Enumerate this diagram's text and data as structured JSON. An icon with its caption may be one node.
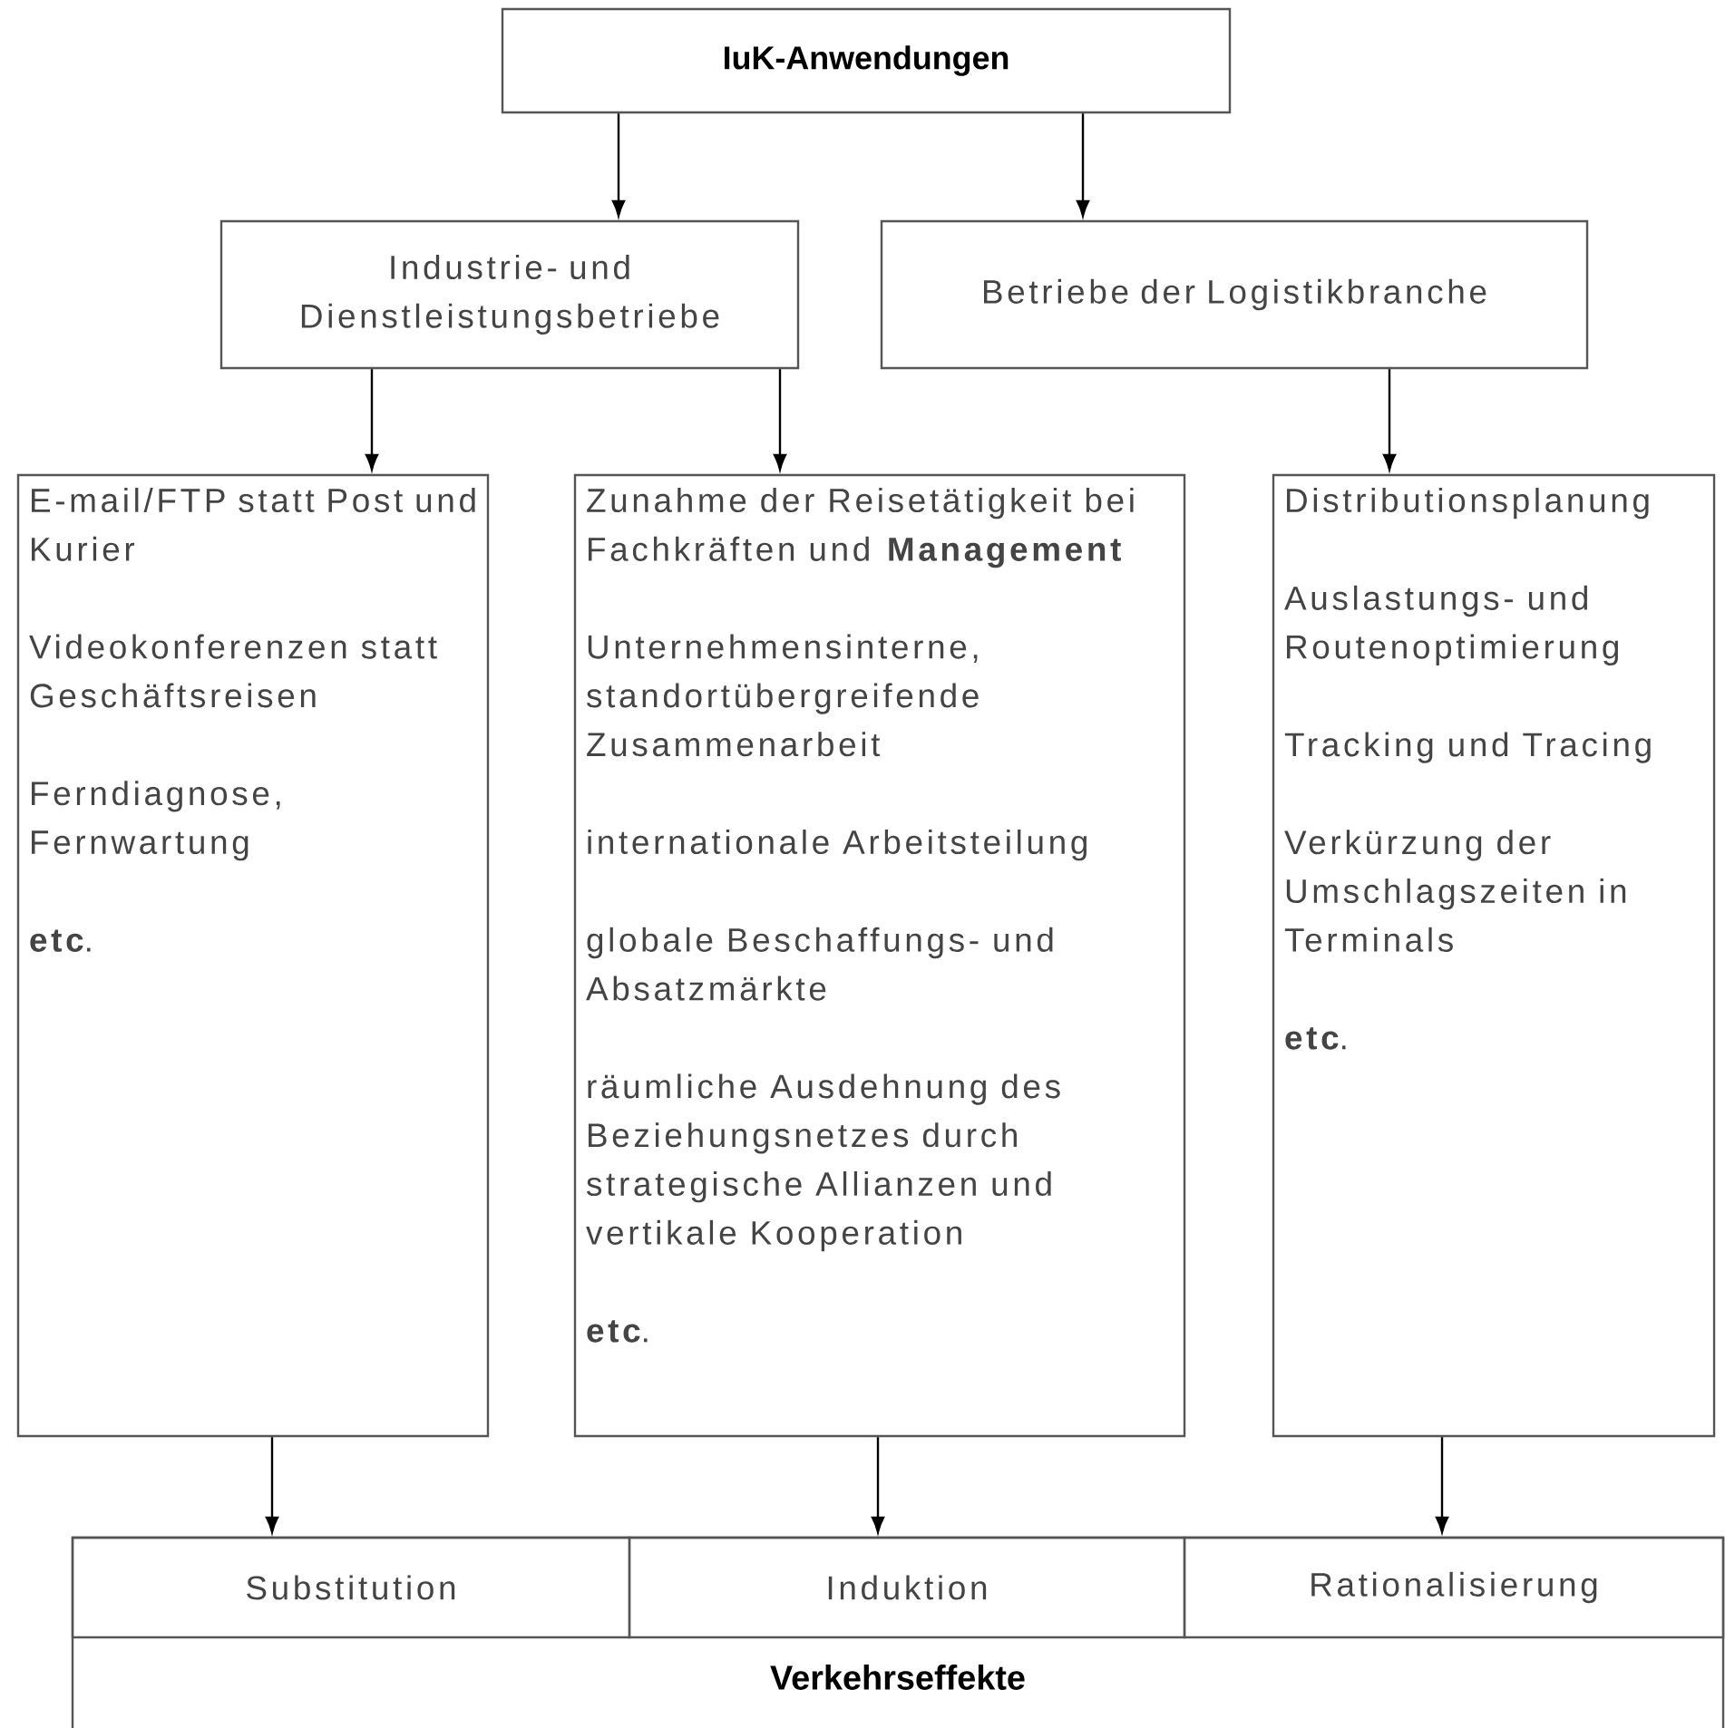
{
  "diagram": {
    "nodes": [
      {
        "text": [
          "IuK-Anwendungen"
        ]
      },
      {
        "text": [
          "Industrie- und Dienstleistungsbetriebe"
        ]
      },
      {
        "text": [
          "Betriebe der Logistikbranche"
        ]
      },
      {
        "text": [
          "E-mail/FTP statt Post und Kurier",
          "Videokonferenzen statt Geschäftsreisen",
          "Ferndiagnose, Fernwartung",
          "**etc**."
        ]
      },
      {
        "text": [
          "Zunahme der Reisetätigkeit bei Fachkräften und **Management**",
          "Unternehmensinterne, standortübergreifende Zusammenarbeit",
          "internationale Arbeitsteilung",
          "globale Beschaffungs- und Absatzmärkte",
          "räumliche Ausdehnung des Beziehungsnetzes durch strategische Allianzen und vertikale Kooperation",
          "**etc**."
        ]
      },
      {
        "text": [
          "Distributionsplanung",
          "Auslastungs- und Routenoptimierung",
          "Tracking und Tracing",
          "Verkürzung der Umschlagszeiten in Terminals",
          "**etc**."
        ]
      },
      {
        "text": [
          "Verkehrseffekte"
        ]
      },
      {
        "text": [
          "Substitution"
        ],
        "in": 6
      },
      {
        "text": [
          "Induktion"
        ],
        "in": 6
      },
      {
        "text": [
          "Rationalisierung"
        ],
        "in": 6
      }
    ],
    "edges": [
      {
        "from": 0,
        "to": 1,
        "arrow": "to"
      },
      {
        "from": 0,
        "to": 2,
        "arrow": "to"
      },
      {
        "from": 1,
        "to": 3,
        "arrow": "to"
      },
      {
        "from": 1,
        "to": 4,
        "arrow": "to"
      },
      {
        "from": 2,
        "to": 5,
        "arrow": "to"
      },
      {
        "from": 3,
        "to": 7,
        "arrow": "to"
      },
      {
        "from": 4,
        "to": 8,
        "arrow": "to"
      },
      {
        "from": 5,
        "to": 9,
        "arrow": "to"
      }
    ]
  }
}
